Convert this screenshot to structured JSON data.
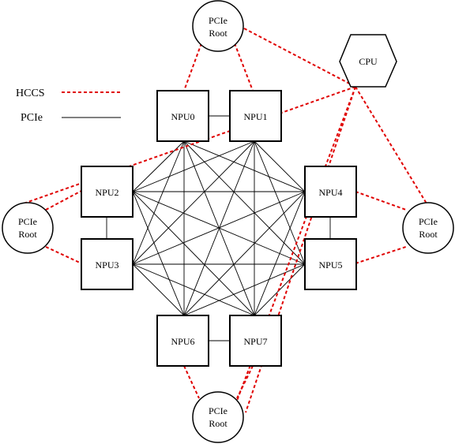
{
  "legend": {
    "hccs_label": "HCCS",
    "pcie_label": "PCIe"
  },
  "colors": {
    "hccs": "#e00000",
    "pcie": "#000000"
  },
  "cpu": {
    "label": "CPU"
  },
  "pcie_roots": [
    {
      "line1": "PCIe",
      "line2": "Root"
    },
    {
      "line1": "PCIe",
      "line2": "Root"
    },
    {
      "line1": "PCIe",
      "line2": "Root"
    },
    {
      "line1": "PCIe",
      "line2": "Root"
    }
  ],
  "npus": [
    {
      "label": "NPU0"
    },
    {
      "label": "NPU1"
    },
    {
      "label": "NPU2"
    },
    {
      "label": "NPU3"
    },
    {
      "label": "NPU4"
    },
    {
      "label": "NPU5"
    },
    {
      "label": "NPU6"
    },
    {
      "label": "NPU7"
    }
  ]
}
